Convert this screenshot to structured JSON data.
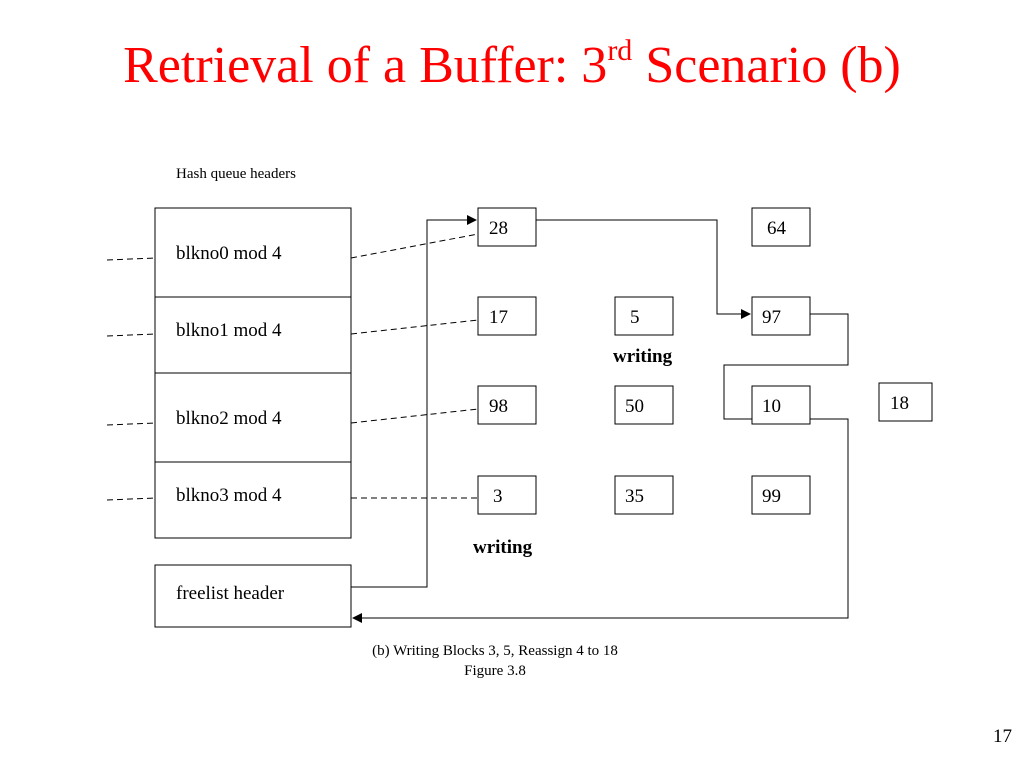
{
  "slide": {
    "title_main": "Retrieval of a Buffer: 3",
    "title_sup": "rd",
    "title_rest": " Scenario (b)",
    "page_number": "17"
  },
  "diagram": {
    "hash_queue_label": "Hash queue headers",
    "headers": [
      "blkno0 mod 4",
      "blkno1 mod 4",
      "blkno2 mod 4",
      "blkno3 mod 4"
    ],
    "freelist_label": "freelist header",
    "rows": [
      [
        "28",
        "",
        "64"
      ],
      [
        "17",
        "5",
        "97"
      ],
      [
        "98",
        "50",
        "10"
      ],
      [
        "3",
        "35",
        "99"
      ]
    ],
    "extra_buffer": "18",
    "status_writing_5": "writing",
    "status_writing_3": "writing",
    "caption_line1": "(b) Writing Blocks 3, 5, Reassign 4 to 18",
    "caption_line2": "Figure 3.8"
  }
}
